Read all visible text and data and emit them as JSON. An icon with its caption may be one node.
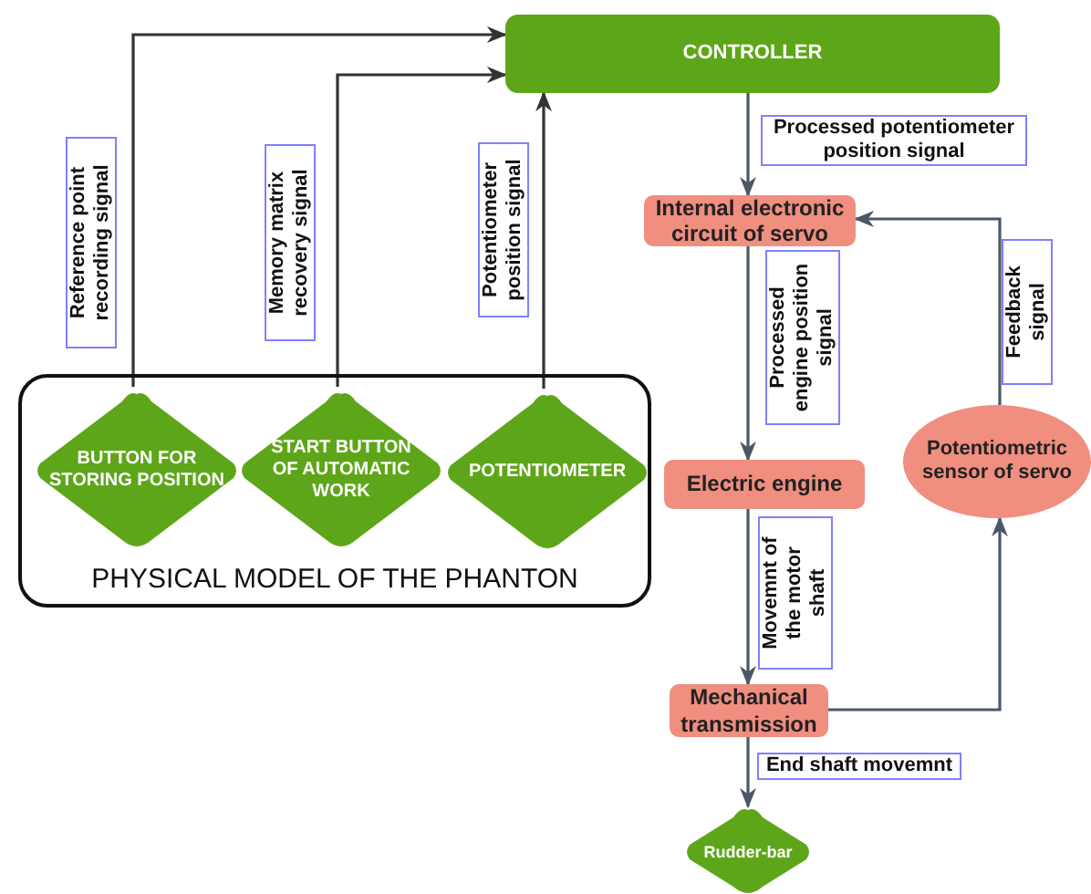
{
  "diagram": {
    "nodes": [
      {
        "text": [
          "CONTROLLER"
        ]
      },
      {
        "text": [
          "PHYSICAL MODEL OF THE PHANTON"
        ]
      },
      {
        "text": [
          "BUTTON FOR STORING POSITION"
        ],
        "in": 1
      },
      {
        "text": [
          "START BUTTON OF AUTOMATIC WORK"
        ],
        "in": 1
      },
      {
        "text": [
          "POTENTIOMETER"
        ],
        "in": 1
      },
      {
        "text": [
          "Internal electronic circuit of servo"
        ]
      },
      {
        "text": [
          "Electric engine"
        ]
      },
      {
        "text": [
          "Potentiometric sensor of servo"
        ]
      },
      {
        "text": [
          "Mechanical transmission"
        ]
      },
      {
        "text": [
          "Rudder-bar"
        ]
      }
    ],
    "edges": [
      {
        "from": 2,
        "to": 0,
        "arrow": "to",
        "label": "Reference point recording signal"
      },
      {
        "from": 3,
        "to": 0,
        "arrow": "to",
        "label": "Memory matrix recovery signal"
      },
      {
        "from": 4,
        "to": 0,
        "arrow": "to",
        "label": "Potentiometer position signal"
      },
      {
        "from": 0,
        "to": 5,
        "arrow": "to",
        "label": "Processed potentiometer position signal"
      },
      {
        "from": 5,
        "to": 6,
        "arrow": "to",
        "label": "Processed engine position signal"
      },
      {
        "from": 6,
        "to": 8,
        "arrow": "to",
        "label": "Movemnt of the motor shaft"
      },
      {
        "from": 8,
        "to": 7,
        "arrow": "to"
      },
      {
        "from": 7,
        "to": 5,
        "arrow": "to",
        "label": "Feedback signal"
      },
      {
        "from": 8,
        "to": 9,
        "arrow": "to",
        "label": "End shaft movemnt"
      }
    ]
  }
}
